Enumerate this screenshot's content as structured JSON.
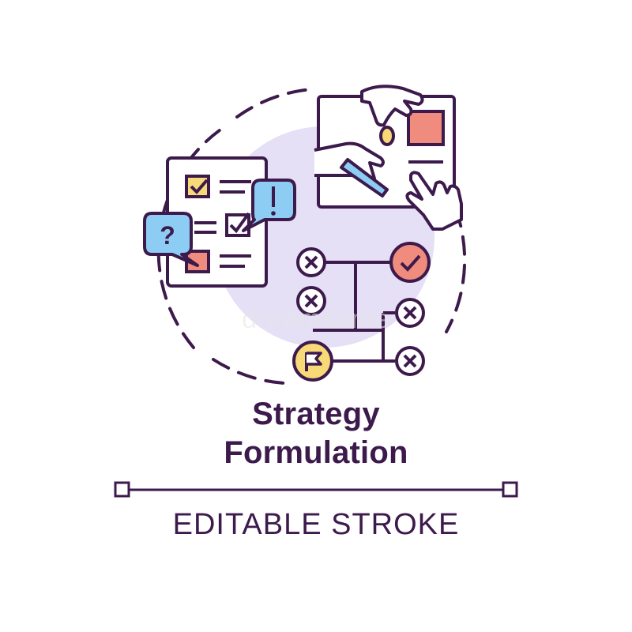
{
  "title": {
    "line1": "Strategy",
    "line2": "Formulation"
  },
  "subtitle": "EDITABLE STROKE",
  "watermark": "dreamstime",
  "icons": [
    "checklist-document-icon",
    "question-bubble-icon",
    "exclamation-bubble-icon",
    "hands-drawing-board-icon",
    "decision-tree-icon",
    "flag-icon",
    "checkmark-circle-icon",
    "cross-circle-icon"
  ],
  "colors": {
    "stroke": "#3d1a4c",
    "lavender": "#e5e0f5",
    "blue": "#8ecdf3",
    "salmon": "#f08c7e",
    "yellow": "#f7d977"
  }
}
